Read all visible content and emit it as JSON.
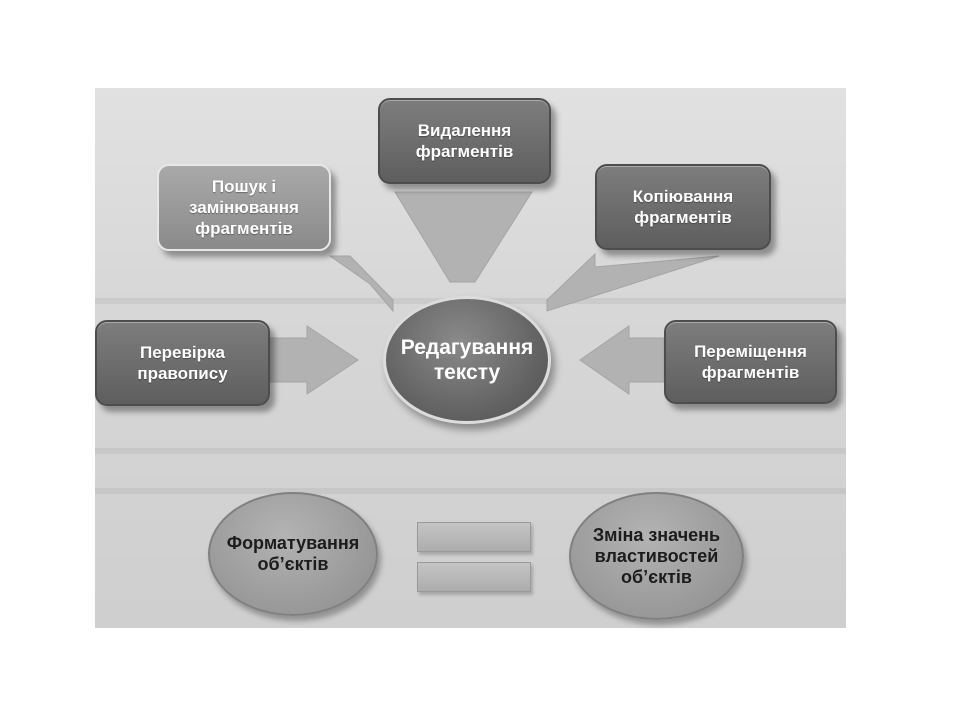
{
  "diagram": {
    "center": "Редагування тексту",
    "nodes": {
      "delete": "Видалення фрагментів",
      "search": "Пошук і замінювання фрагментів",
      "copy": "Копіювання фрагментів",
      "spell": "Перевірка правопису",
      "move": "Переміщення фрагментів"
    },
    "bottom": {
      "left": "Форматування об’єктів",
      "right": "Зміна значень властивостей об’єктів"
    }
  },
  "colors": {
    "background": "#d7d7d7",
    "dark_box": "#6b6b6b",
    "light_box": "#999999",
    "arrow": "#b2b2b2"
  }
}
